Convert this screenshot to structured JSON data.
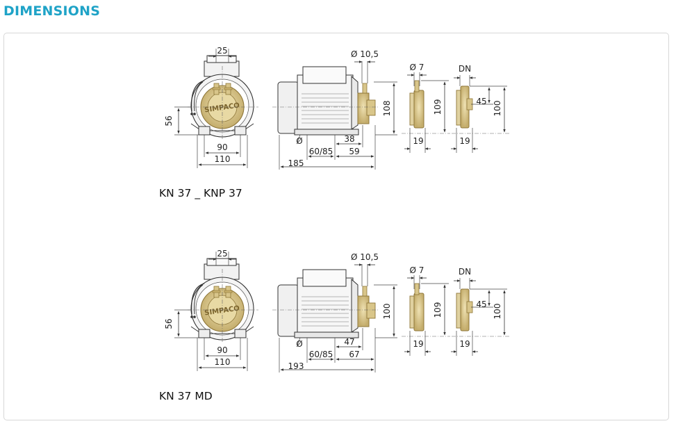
{
  "page": {
    "title": "DIMENSIONS"
  },
  "colors": {
    "accent": "#1fa3c7",
    "brass": "#d7c48c",
    "brass_dark": "#a88f4c",
    "motor_body": "#ececec",
    "line": "#333333"
  },
  "pumps": [
    {
      "model": "KN 37 _ KNP 37",
      "front": {
        "top_width": "25",
        "shaft_height": "56",
        "foot_spacing": "90",
        "base_width": "110"
      },
      "side": {
        "outlet_diameter": "Ø 10,5",
        "height": "108",
        "hole": "Ø",
        "foot_spacing": "60/85",
        "outlet_offset": "38",
        "head_length": "59",
        "total_length": "185"
      },
      "nozzle_a": {
        "diameter": "Ø 7",
        "height": "109",
        "width": "19"
      },
      "nozzle_b": {
        "label": "DN",
        "center": "45",
        "height": "100",
        "width": "19"
      }
    },
    {
      "model": "KN 37 MD",
      "front": {
        "top_width": "25",
        "shaft_height": "56",
        "foot_spacing": "90",
        "base_width": "110"
      },
      "side": {
        "outlet_diameter": "Ø 10,5",
        "height": "100",
        "hole": "Ø",
        "foot_spacing": "60/85",
        "outlet_offset": "47",
        "head_length": "67",
        "total_length": "193"
      },
      "nozzle_a": {
        "diameter": "Ø 7",
        "height": "109",
        "width": "19"
      },
      "nozzle_b": {
        "label": "DN",
        "center": "45",
        "height": "100",
        "width": "19"
      }
    }
  ]
}
